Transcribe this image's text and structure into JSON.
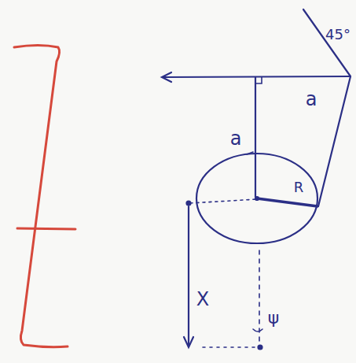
{
  "diagram": {
    "labels": [
      "45°",
      "a",
      "a",
      "R",
      "X",
      "ψ"
    ]
  }
}
